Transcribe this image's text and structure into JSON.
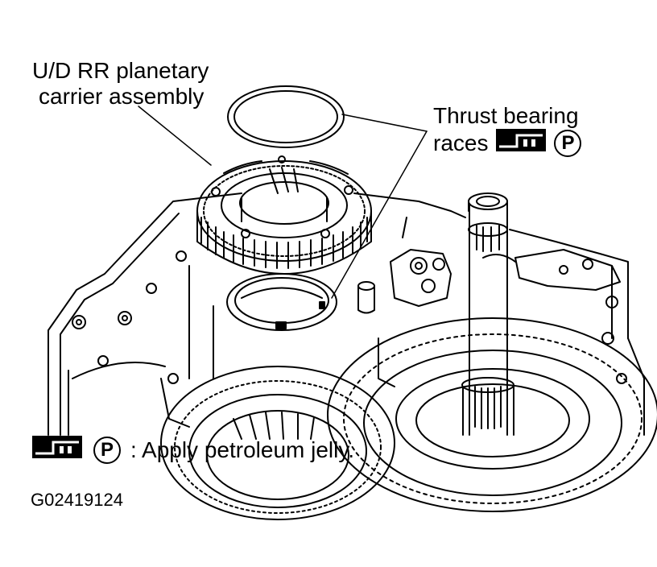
{
  "labels": {
    "carrier_line1": "U/D RR planetary",
    "carrier_line2": "carrier assembly",
    "races_line1": "Thrust bearing",
    "races_line2": "races",
    "legend_text": ": Apply petroleum jelly.",
    "figure_code": "G02419124"
  },
  "symbols": {
    "p_mark": "P",
    "jelly_icon": "petroleum-jelly-icon"
  },
  "colors": {
    "ink": "#000000",
    "paper": "#ffffff"
  }
}
